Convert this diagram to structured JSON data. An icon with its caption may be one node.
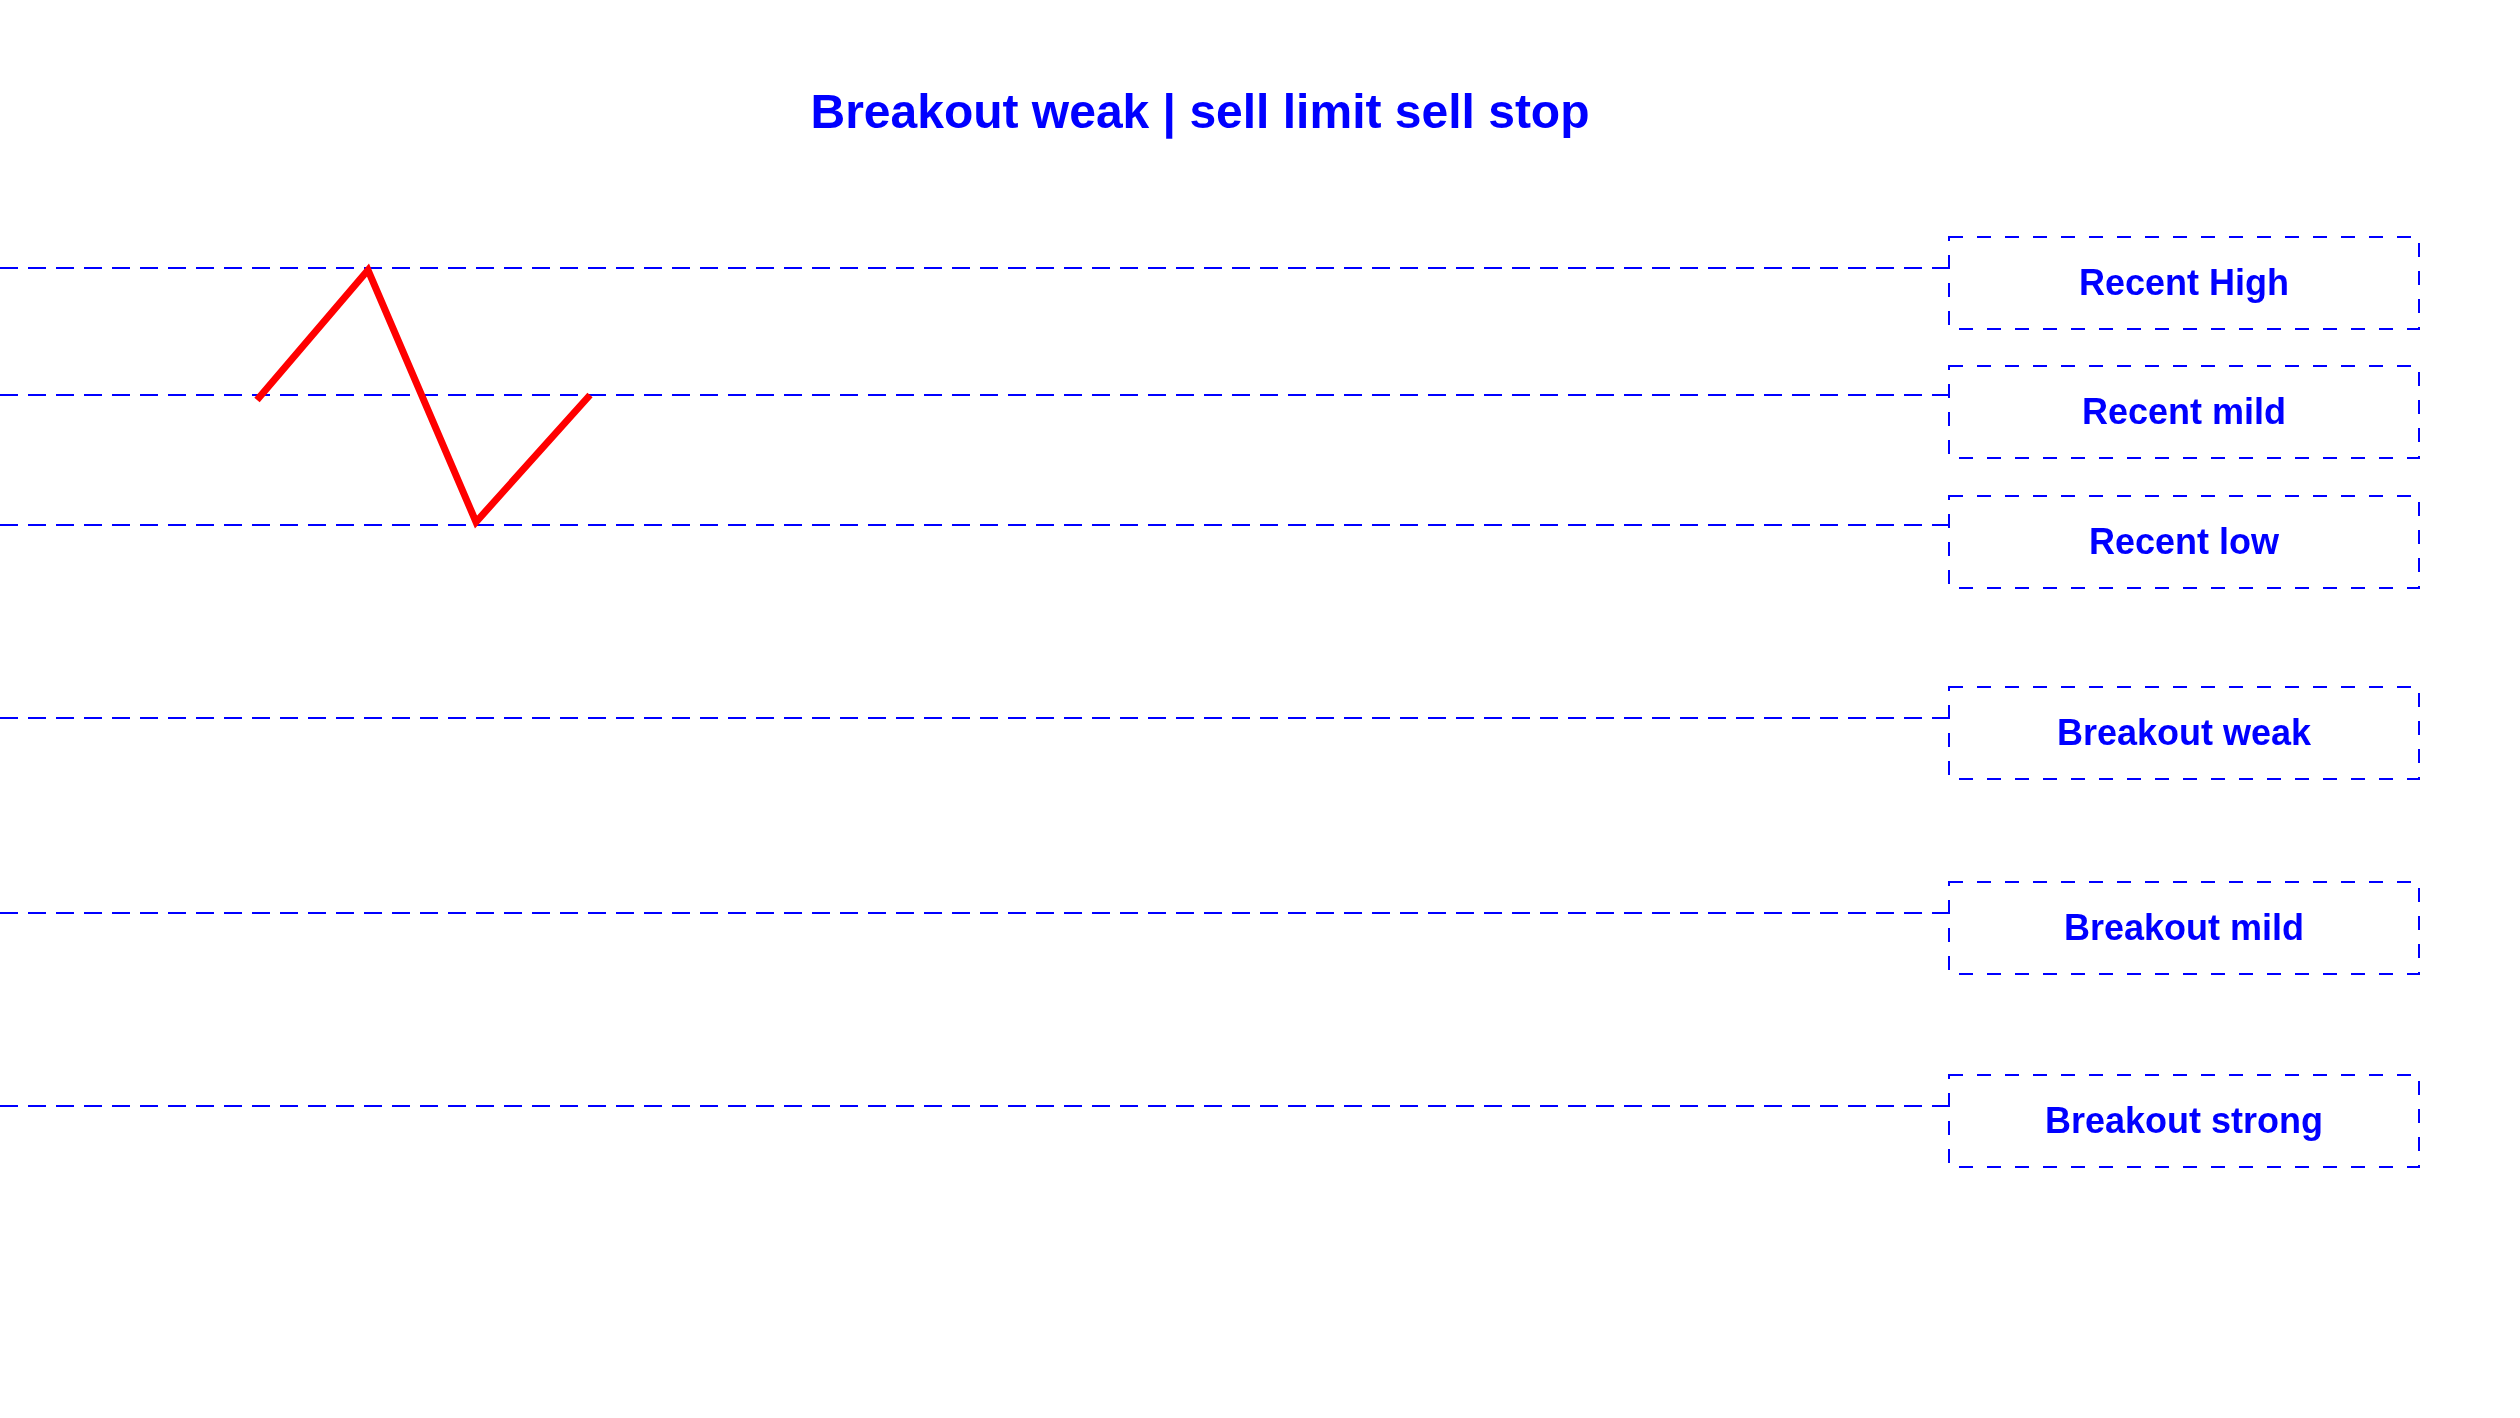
{
  "diagram": {
    "title": "Breakout weak | sell limit sell stop",
    "nodes": [
      {
        "text": [
          "Recent High"
        ]
      },
      {
        "text": [
          "Recent mild"
        ]
      },
      {
        "text": [
          "Recent low"
        ]
      },
      {
        "text": [
          "Breakout weak"
        ]
      },
      {
        "text": [
          "Breakout mild"
        ]
      },
      {
        "text": [
          "Breakout strong"
        ]
      }
    ],
    "edges": [
      {
        "from": null,
        "to": 0,
        "arrow": "none",
        "style": "dashed"
      },
      {
        "from": null,
        "to": 1,
        "arrow": "none",
        "style": "dashed"
      },
      {
        "from": null,
        "to": 2,
        "arrow": "none",
        "style": "dashed"
      },
      {
        "from": null,
        "to": 3,
        "arrow": "none",
        "style": "dashed"
      },
      {
        "from": null,
        "to": 4,
        "arrow": "none",
        "style": "dashed"
      },
      {
        "from": null,
        "to": 5,
        "arrow": "none",
        "style": "dashed"
      }
    ]
  }
}
